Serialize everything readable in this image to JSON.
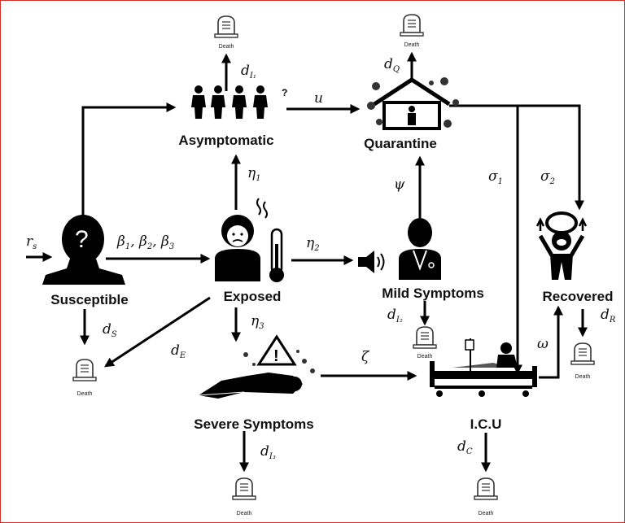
{
  "nodes": {
    "asymptomatic": "Asymptomatic",
    "quarantine": "Quarantine",
    "susceptible": "Susceptible",
    "exposed": "Exposed",
    "mild": "Mild Symptoms",
    "recovered": "Recovered",
    "severe": "Severe Symptoms",
    "icu": "I.C.U"
  },
  "death_label": "Death",
  "question_mark": "?",
  "rates": {
    "rs": {
      "main": "r",
      "sub": "s"
    },
    "beta": {
      "main": "β",
      "sub": "1",
      "sep": ", β",
      "sub2": "2",
      "sep2": ", β",
      "sub3": "3"
    },
    "eta1": {
      "main": "η",
      "sub": "1"
    },
    "eta2": {
      "main": "η",
      "sub": "2"
    },
    "eta3": {
      "main": "η",
      "sub": "3"
    },
    "u": {
      "main": "u"
    },
    "psi": {
      "main": "ψ"
    },
    "sigma1": {
      "main": "σ",
      "sub": "1"
    },
    "sigma2": {
      "main": "σ",
      "sub": "2"
    },
    "zeta": {
      "main": "ζ"
    },
    "omega": {
      "main": "ω"
    },
    "dI1": {
      "main": "d",
      "sub": "I₁"
    },
    "dQ": {
      "main": "d",
      "sub": "Q"
    },
    "dS": {
      "main": "d",
      "sub": "S"
    },
    "dE": {
      "main": "d",
      "sub": "E"
    },
    "dI2": {
      "main": "d",
      "sub": "I₂"
    },
    "dR": {
      "main": "d",
      "sub": "R"
    },
    "dI3": {
      "main": "d",
      "sub": "I₃"
    },
    "dC": {
      "main": "d",
      "sub": "C"
    }
  },
  "colors": {
    "frame": "#d32f2f",
    "ink": "#000000"
  }
}
